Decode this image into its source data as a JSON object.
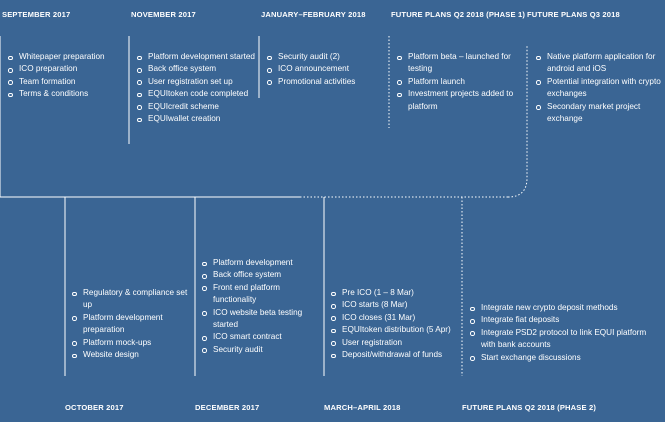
{
  "top": [
    {
      "title": "SEPTEMBER 2017",
      "items": [
        "Whitepaper preparation",
        "ICO preparation",
        "Team formation",
        "Terms & conditions"
      ]
    },
    {
      "title": "NOVEMBER 2017",
      "items": [
        "Platform development started",
        "Back office system",
        "User registration set up",
        "EQUItoken code completed",
        "EQUIcredit scheme",
        "EQUIwallet creation"
      ]
    },
    {
      "title": "JANUARY–FEBRUARY 2018",
      "items": [
        "Security audit (2)",
        "ICO announcement",
        "Promotional activities"
      ]
    },
    {
      "title": "FUTURE PLANS Q2 2018 (PHASE 1)",
      "items": [
        "Platform beta – launched for testing",
        "Platform launch",
        "Investment projects added to platform"
      ]
    },
    {
      "title": "FUTURE PLANS Q3 2018",
      "items": [
        "Native platform application for android and iOS",
        "Potential integration with crypto exchanges",
        "Secondary market project exchange"
      ]
    }
  ],
  "bottom": [
    {
      "title": "OCTOBER 2017",
      "items": [
        "Regulatory & compliance set up",
        "Platform development preparation",
        "Platform mock-ups",
        "Website design"
      ]
    },
    {
      "title": "DECEMBER 2017",
      "items": [
        "Platform development",
        "Back office system",
        "Front end platform functionality",
        "ICO website beta testing started",
        "ICO smart contract",
        "Security audit"
      ]
    },
    {
      "title": "MARCH–APRIL 2018",
      "items": [
        "Pre ICO (1 – 8 Mar)",
        "ICO starts (8 Mar)",
        "ICO closes (31 Mar)",
        "EQUItoken distribution (5 Apr)",
        "User registration",
        "Deposit/withdrawal of funds"
      ]
    },
    {
      "title": "FUTURE PLANS Q2 2018 (PHASE 2)",
      "items": [
        "Integrate new crypto deposit methods",
        "Integrate fiat deposits",
        "Integrate PSD2 protocol to link EQUI platform with bank accounts",
        "Start exchange discussions"
      ]
    }
  ]
}
